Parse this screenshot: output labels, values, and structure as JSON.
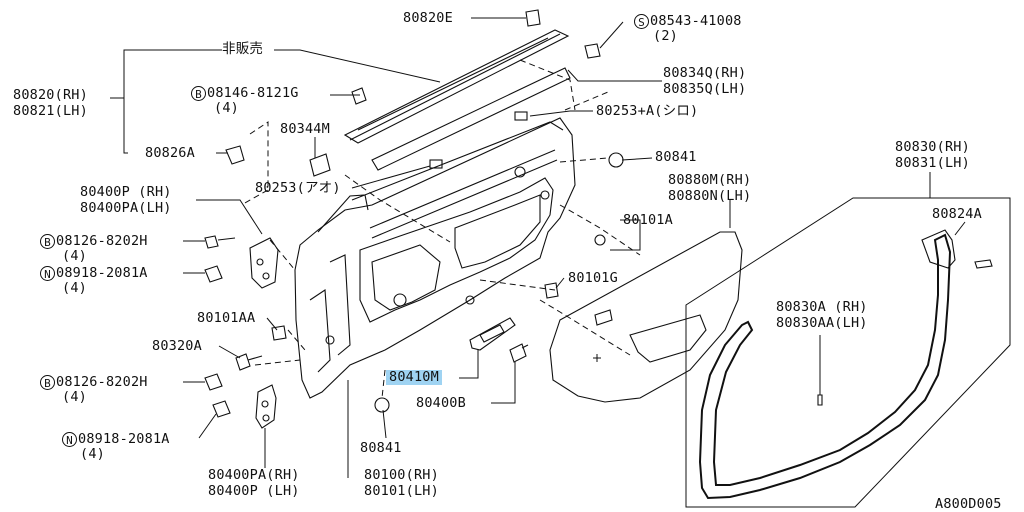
{
  "diagram_id": "A800D005",
  "callouts": {
    "p80820e": "80820E",
    "p08543": "08543-41008",
    "p08543_qty": "(2)",
    "hikanbai": "非販売",
    "p80834q": "80834Q(RH)",
    "p80835q": "80835Q(LH)",
    "p80820rh": "80820(RH)",
    "p80821lh": "80821(LH)",
    "p08146": "08146-8121G",
    "p08146_qty": "(4)",
    "p80253a": "80253+A(シロ)",
    "p80344m": "80344M",
    "p80826a": "80826A",
    "p80841a": "80841",
    "p80253ao": "80253(アオ)",
    "p80880m": "80880M(RH)",
    "p80880n": "80880N(LH)",
    "p80400p_top": "80400P (RH)",
    "p80400pa_top": "80400PA(LH)",
    "p08126_top": "08126-8202H",
    "p08126_top_qty": "(4)",
    "p08918_top": "08918-2081A",
    "p08918_top_qty": "(4)",
    "p80101a": "80101A",
    "p80101g": "80101G",
    "p80830rh": "80830(RH)",
    "p80831lh": "80831(LH)",
    "p80824a": "80824A",
    "p80101aa": "80101AA",
    "p80320a": "80320A",
    "p80830a": "80830A (RH)",
    "p80830aa": "80830AA(LH)",
    "p80410m": "80410M",
    "p08126_bot": "08126-8202H",
    "p08126_bot_qty": "(4)",
    "p80400b": "80400B",
    "p08918_bot": "08918-2081A",
    "p08918_bot_qty": "(4)",
    "p80841b": "80841",
    "p80400pa_bot": "80400PA(RH)",
    "p80400p_bot": "80400P (LH)",
    "p80100rh": "80100(RH)",
    "p80101lh": "80101(LH)"
  },
  "symbols": {
    "s": "S",
    "b": "B",
    "n": "N"
  },
  "colors": {
    "line": "#111111",
    "highlight": "#9fd3f2",
    "background": "#ffffff"
  }
}
